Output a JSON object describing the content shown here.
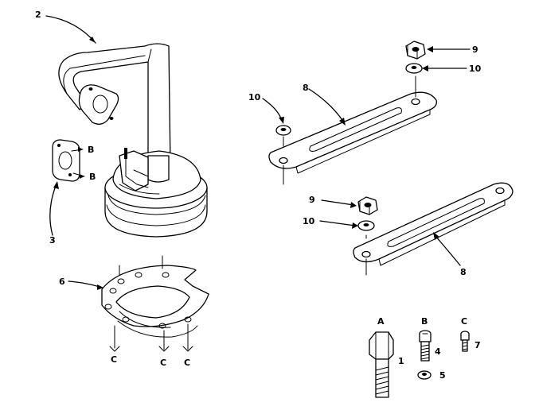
{
  "callouts": {
    "c1": "1",
    "c2": "2",
    "c3": "3",
    "c4": "4",
    "c5": "5",
    "c6": "6",
    "c7": "7",
    "c8_upper": "8",
    "c8_lower": "8",
    "c9_upper": "9",
    "c9_lower": "9",
    "c10_upper_right": "10",
    "c10_upper_left": "10",
    "c10_lower": "10"
  },
  "letters": {
    "gasket_b_top": "B",
    "gasket_b_bottom": "B",
    "bolt_a": "A",
    "bolt_b": "B",
    "bolt_c": "C",
    "shield_c_left": "C",
    "shield_c_mid": "C",
    "shield_c_right": "C"
  }
}
